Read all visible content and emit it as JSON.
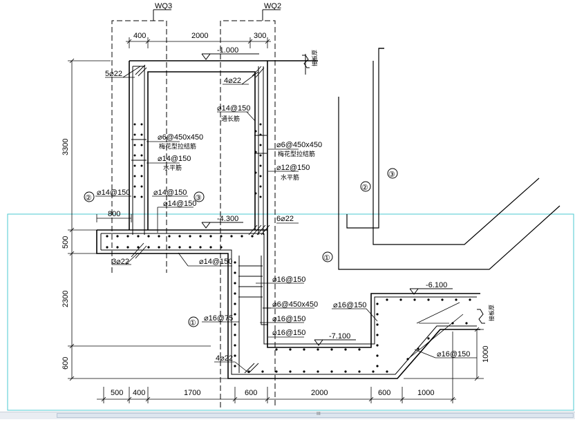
{
  "wall_tags": {
    "wq3": "WQ3",
    "wq2": "WQ2"
  },
  "dims_top": {
    "d400": "400",
    "d2000": "2000",
    "d300": "300"
  },
  "dims_left": {
    "d3300": "3300",
    "d500": "500",
    "d2300": "2300",
    "d600": "600"
  },
  "dims_bottom": [
    "500",
    "400",
    "1700",
    "600",
    "2000",
    "600",
    "1000"
  ],
  "dims_right": {
    "d1000": "1000"
  },
  "dim_800": "800",
  "elevations": {
    "e1": "-1.000",
    "e2": "-4.300",
    "e3": "-6.100",
    "e4": "-7.100"
  },
  "rebar": {
    "r5_22": "5⌀22",
    "r4_22_top": "4⌀22",
    "r14_150_a": "⌀14@150",
    "through_bar": "通长筋",
    "r6_450_left": "⌀6@450x450",
    "tie_left": "梅花型拉结筋",
    "r14_150_b": "⌀14@150",
    "horiz_left": "水平筋",
    "r6_450_right": "⌀6@450x450",
    "tie_right": "梅花型拉结筋",
    "r12_150": "⌀12@150",
    "horiz_right": "水平筋",
    "r14_150_c": "⌀14@150",
    "r14_150_d": "⌀14@150",
    "r14_150_e": "⌀14@150",
    "r6_22": "6⌀22",
    "r3_22": "3⌀22",
    "r14_150_f": "⌀14@150",
    "r16_150_a": "⌀16@150",
    "r6_450_mid": "⌀6@450x450",
    "r16_150_b": "⌀16@150",
    "r16_75": "⌀16@75",
    "r16_150_c": "⌀16@150",
    "r16_150_d": "⌀16@150",
    "r4_22_bot": "4⌀22",
    "r16_150_e": "⌀16@150"
  },
  "circled": {
    "c1": "①",
    "c2": "②",
    "c3": "③"
  },
  "break_label": "接板厚",
  "grip": "III"
}
